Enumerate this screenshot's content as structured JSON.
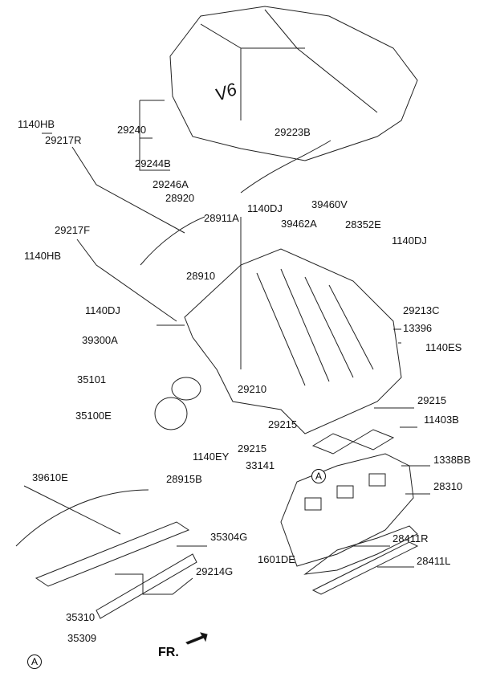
{
  "labels": [
    "1140HB",
    "29217R",
    "29240",
    "29244B",
    "29223B",
    "29246A",
    "28920",
    "28911A",
    "1140DJ",
    "39460V",
    "39462A",
    "28352E",
    "1140DJ",
    "29217F",
    "1140HB",
    "28910",
    "1140DJ",
    "29213C",
    "13396",
    "1140ES",
    "39300A",
    "35101",
    "29210",
    "29215",
    "35100E",
    "29215",
    "11403B",
    "29215",
    "1140EY",
    "33141",
    "1338BB",
    "28310",
    "39610E",
    "28915B",
    "35304G",
    "1601DE",
    "28411R",
    "28411L",
    "29214G",
    "35310",
    "35309"
  ],
  "ref_markers": [
    "A",
    "A"
  ],
  "direction_label": "FR.",
  "engine_cover_logo": "V6"
}
